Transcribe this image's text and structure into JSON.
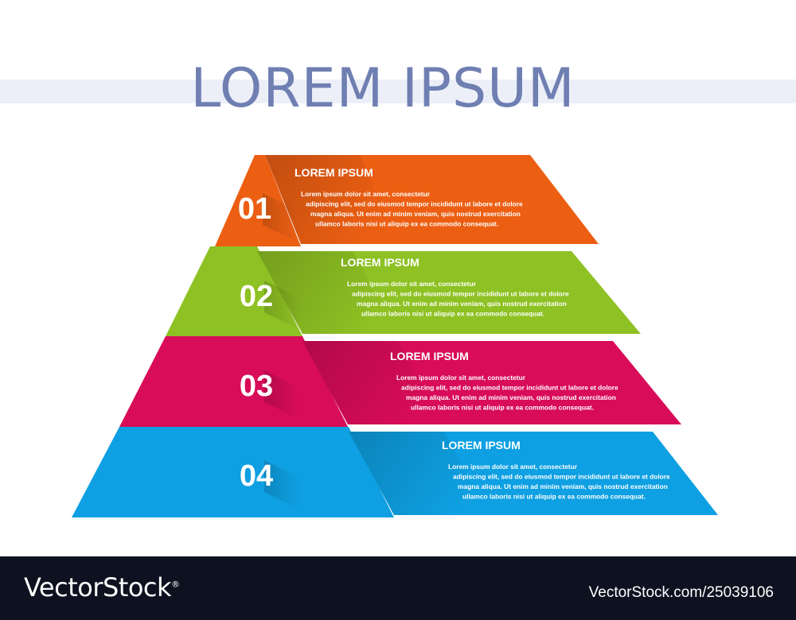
{
  "header": {
    "title": "LOREM IPSUM"
  },
  "layers": [
    {
      "number": "01",
      "title": "LOREM IPSUM",
      "lines": [
        "Lorem ipsum dolor sit amet, consectetur",
        "adipiscing elit, sed do eiusmod tempor incididunt ut labore et dolore",
        "magna aliqua. Ut enim ad minim veniam, quis nostrud exercitation",
        "ullamco laboris nisi ut aliquip ex ea commodo consequat."
      ],
      "color_main": "#ec5f13",
      "color_shade": "#cf4d0b"
    },
    {
      "number": "02",
      "title": "LOREM IPSUM",
      "lines": [
        "Lorem ipsum dolor sit amet, consectetur",
        "adipiscing elit, sed do eiusmod tempor incididunt ut labore et dolore",
        "magna aliqua. Ut enim ad minim veniam, quis nostrud exercitation",
        "ullamco laboris nisi ut aliquip ex ea commodo consequat."
      ],
      "color_main": "#8ec123",
      "color_shade": "#6ea515"
    },
    {
      "number": "03",
      "title": "LOREM IPSUM",
      "lines": [
        "Lorem ipsum dolor sit amet, consectetur",
        "adipiscing elit, sed do eiusmod tempor incididunt ut labore et dolore",
        "magna aliqua. Ut enim ad minim veniam, quis nostrud exercitation",
        "ullamco laboris nisi ut aliquip ex ea commodo consequat."
      ],
      "color_main": "#d80c58",
      "color_shade": "#b10747"
    },
    {
      "number": "04",
      "title": "LOREM IPSUM",
      "lines": [
        "Lorem ipsum dolor sit amet, consectetur",
        "adipiscing elit, sed do eiusmod tempor incididunt ut labore et dolore",
        "magna aliqua. Ut enim ad minim veniam, quis nostrud exercitation",
        "ullamco laboris nisi ut aliquip ex ea commodo consequat."
      ],
      "color_main": "#0ea0e2",
      "color_shade": "#0880c2"
    }
  ],
  "footer": {
    "brand": "VectorStock",
    "brand_mark": "®",
    "url": "VectorStock.com/25039106"
  }
}
